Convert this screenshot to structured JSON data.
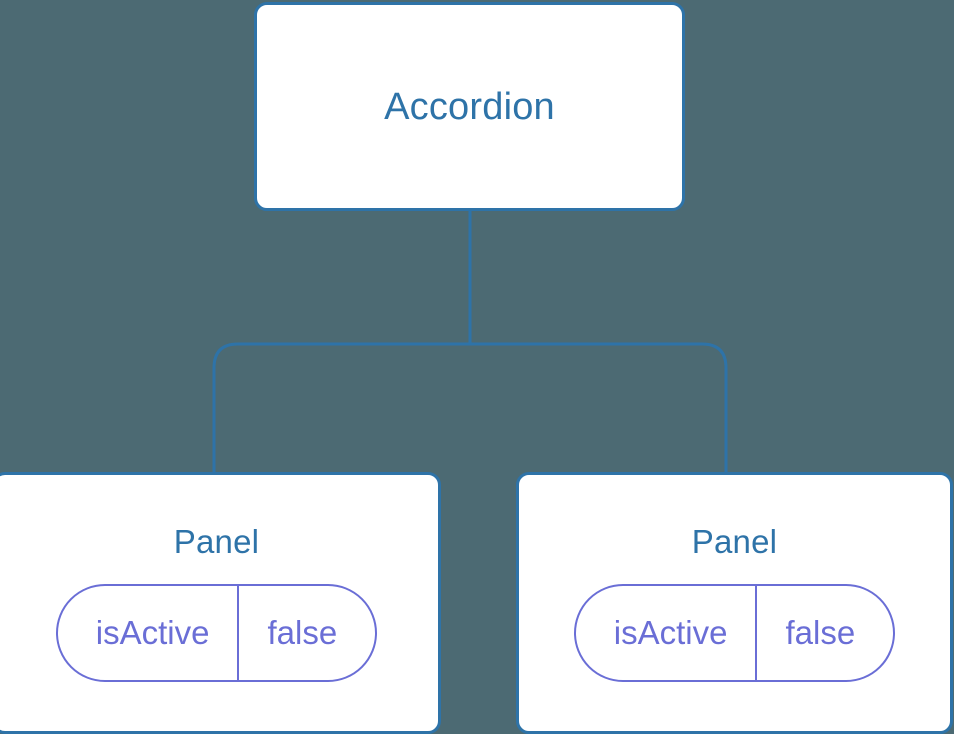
{
  "diagram": {
    "type": "component-tree",
    "background_color": "#4c6a73",
    "node_border_color": "#2e73a8",
    "node_title_color": "#2e73a8",
    "node_fill_color": "#ffffff",
    "prop_color": "#6a6ed6",
    "connector_color": "#2e73a8"
  },
  "root": {
    "title": "Accordion"
  },
  "children": [
    {
      "title": "Panel",
      "props": [
        {
          "key": "isActive",
          "value": "false"
        }
      ]
    },
    {
      "title": "Panel",
      "props": [
        {
          "key": "isActive",
          "value": "false"
        }
      ]
    }
  ]
}
